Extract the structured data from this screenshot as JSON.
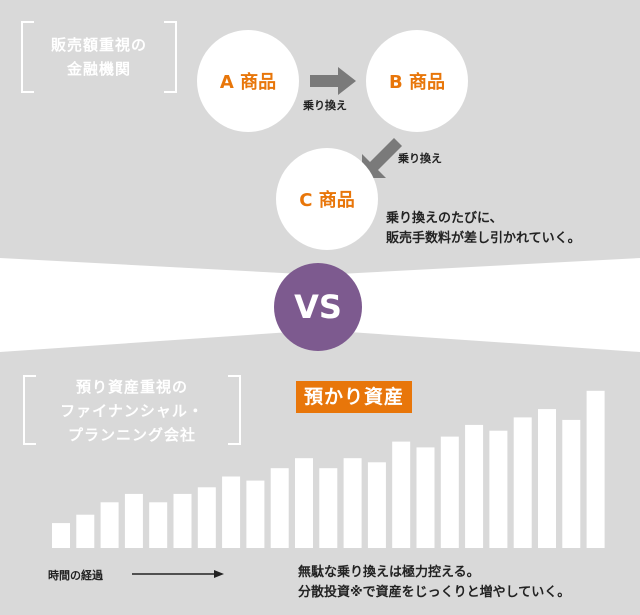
{
  "top": {
    "label_lines": [
      "販売額重視の",
      "金融機関"
    ],
    "products": [
      "A 商品",
      "B 商品",
      "C 商品"
    ],
    "switch_label": "乗り換え",
    "description_lines": [
      "乗り換えのたびに、",
      "販売手数料が差し引かれていく。"
    ]
  },
  "vs_label": "VS",
  "bottom": {
    "label_lines": [
      "預り資産重視の",
      "ファイナンシャル・",
      "プランニング会社"
    ],
    "badge": "預かり資産",
    "time_label": "時間の経過",
    "description_lines": [
      "無駄な乗り換えは極力控える。",
      "分散投資※で資産をじっくりと増やしていく。"
    ]
  },
  "colors": {
    "background_gray": "#d9d9d9",
    "accent_orange": "#e8760a",
    "vs_purple": "#7d5a8f",
    "arrow_gray": "#7a7a7a"
  },
  "chart_data": {
    "type": "bar",
    "values": [
      3,
      4,
      5.5,
      6.5,
      5.5,
      6.5,
      7.3,
      8.6,
      8.1,
      9.6,
      10.8,
      9.6,
      10.8,
      10.3,
      12.8,
      12.1,
      13.4,
      14.8,
      14.1,
      15.7,
      16.7,
      15.4,
      18.9
    ],
    "ylim": [
      0,
      19
    ]
  }
}
